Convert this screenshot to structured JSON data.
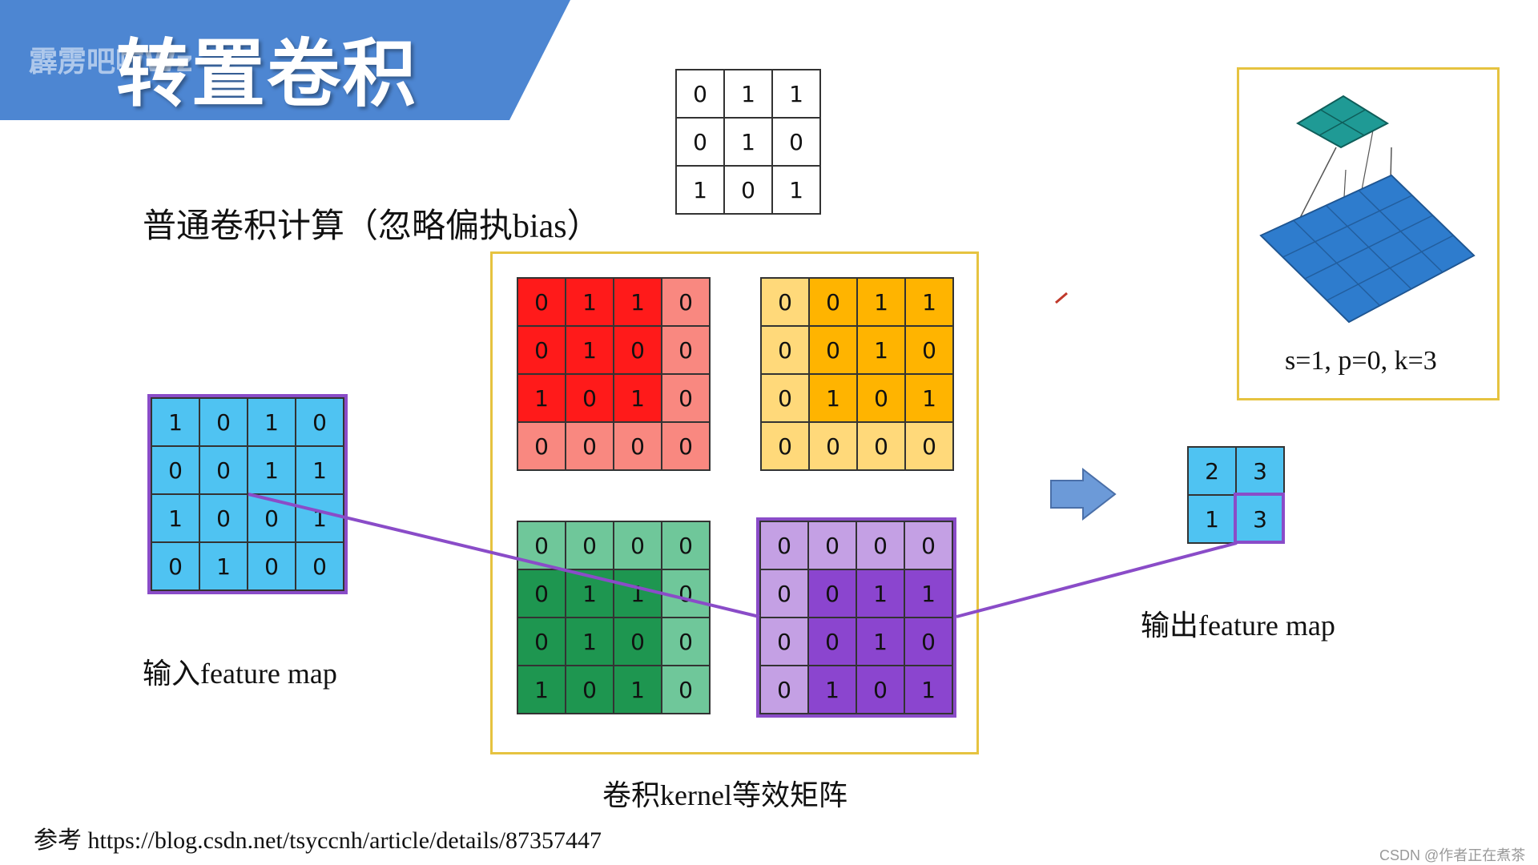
{
  "header": {
    "title": "转置卷积",
    "watermark": "霹雳吧啦Wz"
  },
  "labels": {
    "normal_conv": "普通卷积计算（忽略偏执bias）",
    "input_fm": "输入feature map",
    "output_fm": "输出feature map",
    "kernel_equiv": "卷积kernel等效矩阵",
    "params": "s=1, p=0, k=3"
  },
  "reference": {
    "prefix": "参考",
    "url": "https://blog.csdn.net/tsyccnh/article/details/87357447"
  },
  "footer_watermark": "CSDN @作者正在煮茶",
  "colors": {
    "input": "#4fc3f2",
    "frame_purple": "#8a4cc8",
    "frame_yellow": "#e6c340",
    "red_dark": "#ff1a1a",
    "red_light": "#f98880",
    "yellow_dark": "#ffb400",
    "yellow_light": "#ffd97a",
    "green_dark": "#1e9650",
    "green_light": "#6fc79a",
    "purple_dark": "#8b45cf",
    "purple_light": "#c4a0e4",
    "arrow": "#6c9ad8"
  },
  "kernel": [
    [
      0,
      1,
      1
    ],
    [
      0,
      1,
      0
    ],
    [
      1,
      0,
      1
    ]
  ],
  "input_map": [
    [
      1,
      0,
      1,
      0
    ],
    [
      0,
      0,
      1,
      1
    ],
    [
      1,
      0,
      0,
      1
    ],
    [
      0,
      1,
      0,
      0
    ]
  ],
  "output_map": [
    [
      2,
      3
    ],
    [
      1,
      3
    ]
  ],
  "equiv_matrices": [
    {
      "name": "red",
      "values": [
        [
          0,
          1,
          1,
          0
        ],
        [
          0,
          1,
          0,
          0
        ],
        [
          1,
          0,
          1,
          0
        ],
        [
          0,
          0,
          0,
          0
        ]
      ]
    },
    {
      "name": "yellow",
      "values": [
        [
          0,
          0,
          1,
          1
        ],
        [
          0,
          0,
          1,
          0
        ],
        [
          0,
          1,
          0,
          1
        ],
        [
          0,
          0,
          0,
          0
        ]
      ]
    },
    {
      "name": "green",
      "values": [
        [
          0,
          0,
          0,
          0
        ],
        [
          0,
          1,
          1,
          0
        ],
        [
          0,
          1,
          0,
          0
        ],
        [
          1,
          0,
          1,
          0
        ]
      ]
    },
    {
      "name": "purple",
      "values": [
        [
          0,
          0,
          0,
          0
        ],
        [
          0,
          0,
          1,
          1
        ],
        [
          0,
          0,
          1,
          0
        ],
        [
          0,
          1,
          0,
          1
        ]
      ]
    }
  ]
}
